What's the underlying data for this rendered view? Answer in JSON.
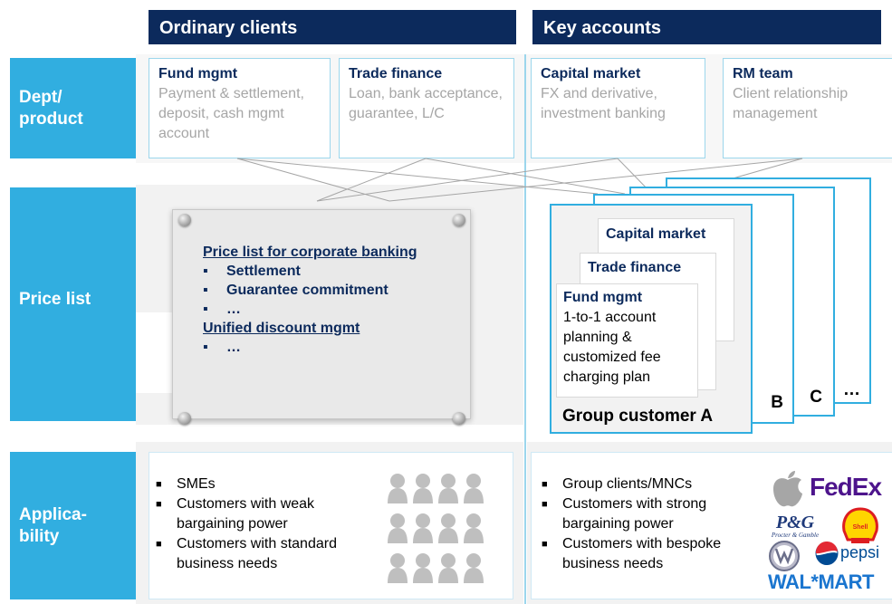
{
  "columns": {
    "ordinary": "Ordinary clients",
    "key": "Key accounts"
  },
  "rows": {
    "dept": "Dept/\nproduct",
    "price": "Price list",
    "applicability": "Applica-\nbility"
  },
  "dept_boxes": [
    {
      "title": "Fund mgmt",
      "desc": "Payment & settlement, deposit, cash mgmt account"
    },
    {
      "title": "Trade finance",
      "desc": "Loan, bank acceptance, guarantee, L/C"
    },
    {
      "title": "Capital market",
      "desc": "FX and derivative, investment banking"
    },
    {
      "title": "RM team",
      "desc": "Client relationship management"
    }
  ],
  "price_list": {
    "heading": "Price list for corporate banking",
    "items": [
      "Settlement",
      "Guarantee commitment",
      "…"
    ],
    "heading2": "Unified discount mgmt",
    "items2": [
      "…"
    ]
  },
  "key_cards": {
    "capital": "Capital market",
    "trade": "Trade finance",
    "fund_title": "Fund mgmt",
    "fund_desc": "1-to-1 account planning & customized fee charging plan",
    "group_a": "Group customer A",
    "b": "B",
    "c": "C",
    "more": "…"
  },
  "applicability": {
    "ordinary": [
      "SMEs",
      "Customers with weak bargaining power",
      "Customers with standard business needs"
    ],
    "key": [
      "Group clients/MNCs",
      "Customers with strong bargaining power",
      "Customers with bespoke business needs"
    ]
  },
  "logos": {
    "fedex": "FedEx",
    "pg": "P&G",
    "pg_sub": "Procter & Gamble",
    "shell": "Shell",
    "pepsi": "pepsi",
    "walmart": "WAL*MART"
  },
  "colors": {
    "navy": "#0c2a5c",
    "blue": "#31aee0",
    "grey_text": "#a6a6a6"
  }
}
